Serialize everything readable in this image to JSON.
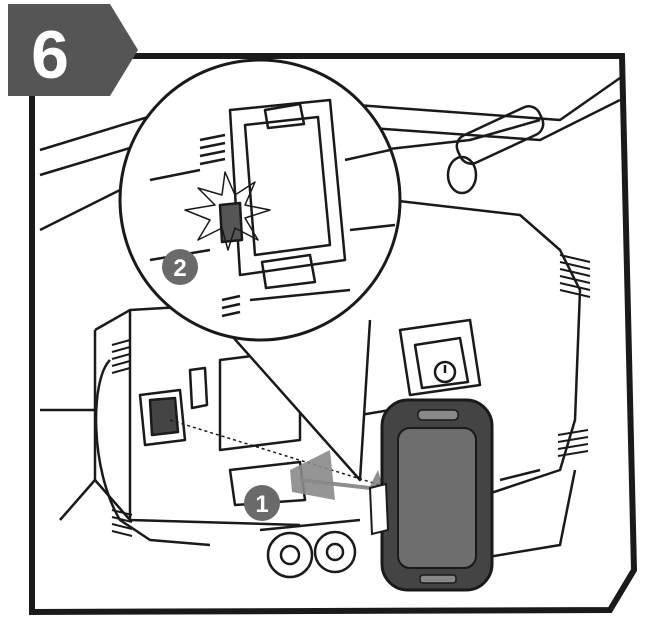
{
  "step": {
    "number": "6"
  },
  "callouts": [
    {
      "label": "1"
    },
    {
      "label": "2"
    }
  ],
  "colors": {
    "step_tab": "#555555",
    "outline": "#1a1a1a",
    "panel_fill": "#ffffff",
    "device_body": "#444444",
    "device_screen": "#6e6e6e",
    "callout_circle": "#6a6a6a",
    "arrow": "#7a7a7a"
  }
}
